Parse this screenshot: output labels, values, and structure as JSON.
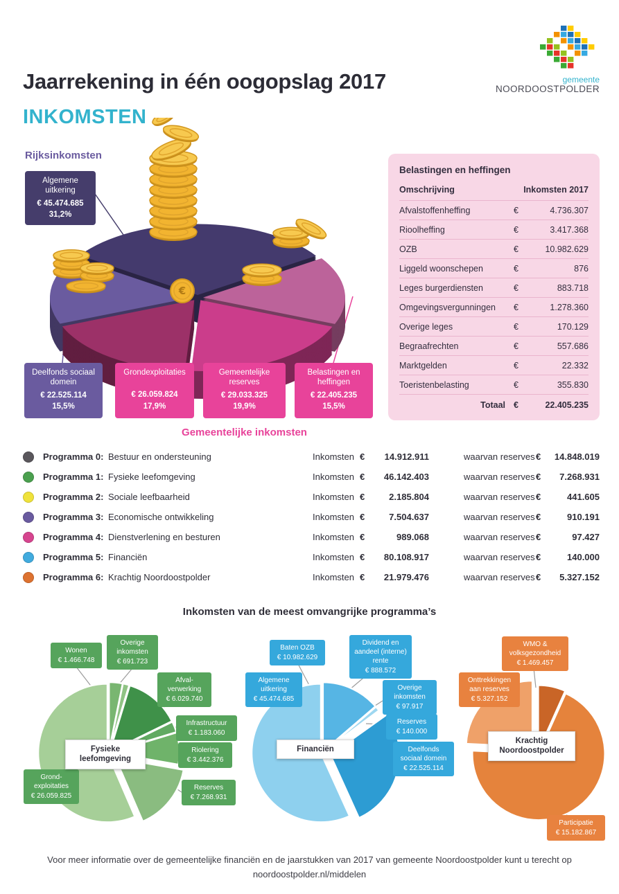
{
  "page": {
    "title": "Jaarrekening in één oogopslag 2017",
    "subtitle": "INKOMSTEN",
    "footer": {
      "line1": "Voor meer informatie over de gemeentelijke financiën en de jaarstukken van 2017 van gemeente Noordoostpolder kunt u terecht op",
      "line2": "noordoostpolder.nl/middelen"
    }
  },
  "logo": {
    "gemeente": "gemeente",
    "name": "NOORDOOSTPOLDER"
  },
  "colors": {
    "cyan": "#33b3cd",
    "purple": "#6a5b9f",
    "pink": "#e8439a",
    "panel_bg": "#f8d7e6",
    "dark": "#2f2e38"
  },
  "hero": {
    "label": "Rijksinkomsten",
    "callouts": [
      {
        "name": "Algemene\nuitkering",
        "amount": "€ 45.474.685",
        "pct": "31,2%",
        "color": "#453d6b"
      },
      {
        "name": "Deelfonds sociaal\ndomein",
        "amount": "€ 22.525.114",
        "pct": "15,5%",
        "color": "#6a5b9f"
      },
      {
        "name": "Grondexploitaties",
        "amount": "€ 26.059.824",
        "pct": "17,9%",
        "color": "#e8439a"
      },
      {
        "name": "Gemeentelijke\nreserves",
        "amount": "€ 29.033.325",
        "pct": "19,9%",
        "color": "#e8439a"
      },
      {
        "name": "Belastingen en\nheffingen",
        "amount": "€ 22.405.235",
        "pct": "15,5%",
        "color": "#e8439a"
      }
    ]
  },
  "belastingen": {
    "title": "Belastingen en heffingen",
    "col1": "Omschrijving",
    "col2": "Inkomsten 2017",
    "currency": "€",
    "rows": [
      {
        "label": "Afvalstoffenheffing",
        "amount": "4.736.307"
      },
      {
        "label": "Rioolheffing",
        "amount": "3.417.368"
      },
      {
        "label": "OZB",
        "amount": "10.982.629"
      },
      {
        "label": "Liggeld woonschepen",
        "amount": "876"
      },
      {
        "label": "Leges burgerdiensten",
        "amount": "883.718"
      },
      {
        "label": "Omgevingsvergunningen",
        "amount": "1.278.360"
      },
      {
        "label": "Overige leges",
        "amount": "170.129"
      },
      {
        "label": "Begraafrechten",
        "amount": "557.686"
      },
      {
        "label": "Marktgelden",
        "amount": "22.332"
      },
      {
        "label": "Toeristenbelasting",
        "amount": "355.830"
      }
    ],
    "total_label": "Totaal",
    "total_amount": "22.405.235"
  },
  "gemeentelijke": {
    "heading": "Gemeentelijke inkomsten",
    "inkomsten_label": "Inkomsten",
    "reserves_label": "waarvan reserves",
    "currency": "€",
    "rows": [
      {
        "program": "Programma 0:",
        "name": "Bestuur en ondersteuning",
        "inkomsten": "14.912.911",
        "reserves": "14.848.019",
        "color": "#5a575c"
      },
      {
        "program": "Programma 1:",
        "name": "Fysieke leefomgeving",
        "inkomsten": "46.142.403",
        "reserves": "7.268.931",
        "color": "#4ba04f"
      },
      {
        "program": "Programma 2:",
        "name": "Sociale leefbaarheid",
        "inkomsten": "2.185.804",
        "reserves": "441.605",
        "color": "#efe23b"
      },
      {
        "program": "Programma 3:",
        "name": "Economische ontwikkeling",
        "inkomsten": "7.504.637",
        "reserves": "910.191",
        "color": "#6a5b9f"
      },
      {
        "program": "Programma 4:",
        "name": "Dienstverlening en besturen",
        "inkomsten": "989.068",
        "reserves": "97.427",
        "color": "#d6458f"
      },
      {
        "program": "Programma 5:",
        "name": "Financiën",
        "inkomsten": "80.108.917",
        "reserves": "140.000",
        "color": "#41abde"
      },
      {
        "program": "Programma 6:",
        "name": "Krachtig Noordoostpolder",
        "inkomsten": "21.979.476",
        "reserves": "5.327.152",
        "color": "#dd7230"
      }
    ]
  },
  "bottom": {
    "heading": "Inkomsten van de meest omvangrijke programma’s",
    "groups": [
      {
        "center_label": "Fysieke leefomgeving",
        "box_color": "#56a45c",
        "callouts": [
          {
            "name": "Wonen",
            "amount": "€ 1.466.748"
          },
          {
            "name": "Overige\ninkomsten",
            "amount": "€ 691.723"
          },
          {
            "name": "Afval-\nverwerking",
            "amount": "€ 6.029.740"
          },
          {
            "name": "Infrastructuur",
            "amount": "€ 1.183.060"
          },
          {
            "name": "Riolering",
            "amount": "€ 3.442.376"
          },
          {
            "name": "Reserves",
            "amount": "€ 7.268.931"
          },
          {
            "name": "Grond-\nexploitaties",
            "amount": "€ 26.059.825"
          }
        ]
      },
      {
        "center_label": "Financiën",
        "box_color": "#35a8dc",
        "callouts": [
          {
            "name": "Baten OZB",
            "amount": "€ 10.982.629"
          },
          {
            "name": "Dividend en\naandeel (interne)\nrente",
            "amount": "€ 888.572"
          },
          {
            "name": "Algemene\nuitkering",
            "amount": "€ 45.474.685"
          },
          {
            "name": "Overige\ninkomsten",
            "amount": "€ 97.917"
          },
          {
            "name": "Reserves",
            "amount": "€ 140.000"
          },
          {
            "name": "Deelfonds\nsociaal domein",
            "amount": "€ 22.525.114"
          }
        ]
      },
      {
        "center_label": "Krachtig\nNoordoostpolder",
        "box_color": "#e8823f",
        "callouts": [
          {
            "name": "WMO &\nvolksgezondheid",
            "amount": "€ 1.469.457"
          },
          {
            "name": "Onttrekkingen\naan reserves",
            "amount": "€ 5.327.152"
          },
          {
            "name": "Participatie",
            "amount": "€ 15.182.867"
          }
        ]
      }
    ]
  },
  "chart_data": [
    {
      "type": "pie",
      "title": "Rijksinkomsten",
      "labels": [
        "Algemene uitkering",
        "Belastingen en heffingen",
        "Gemeentelijke reserves",
        "Grondexploitaties",
        "Deelfonds sociaal domein"
      ],
      "values": [
        45474685,
        22405235,
        29033325,
        26059824,
        22525114
      ],
      "percent_labels": [
        "31,2%",
        "15,5%",
        "19,9%",
        "17,9%",
        "15,5%"
      ],
      "colors": [
        "#443a6d",
        "#bc639a",
        "#cb3d8b",
        "#9c3168",
        "#6a5b9f"
      ],
      "start_angle": -146,
      "style": "3d-exploded",
      "legend_position": "around"
    },
    {
      "type": "table",
      "title": "Belastingen en heffingen",
      "columns": [
        "Omschrijving",
        "Inkomsten 2017"
      ],
      "rows": [
        [
          "Afvalstoffenheffing",
          4736307
        ],
        [
          "Rioolheffing",
          3417368
        ],
        [
          "OZB",
          10982629
        ],
        [
          "Liggeld woonschepen",
          876
        ],
        [
          "Leges burgerdiensten",
          883718
        ],
        [
          "Omgevingsvergunningen",
          1278360
        ],
        [
          "Overige leges",
          170129
        ],
        [
          "Begraafrechten",
          557686
        ],
        [
          "Marktgelden",
          22332
        ],
        [
          "Toeristenbelasting",
          355830
        ]
      ],
      "total": [
        "Totaal",
        22405235
      ]
    },
    {
      "type": "pie",
      "title": "Fysieke leefomgeving",
      "labels": [
        "Wonen",
        "Overige inkomsten",
        "Afvalverwerking",
        "Infrastructuur",
        "Riolering",
        "Reserves",
        "Grondexploitaties"
      ],
      "values": [
        1466748,
        691723,
        6029740,
        1183060,
        3442376,
        7268931,
        26059825
      ],
      "colors": [
        "#79b671",
        "#8fc384",
        "#3f9149",
        "#61aa62",
        "#6fb36a",
        "#8abc80",
        "#a6cf98"
      ],
      "start_angle": -90,
      "exploded": [
        5
      ]
    },
    {
      "type": "pie",
      "title": "Financiën",
      "labels": [
        "Baten OZB",
        "Dividend en aandeel (interne) rente",
        "Overige inkomsten",
        "Reserves",
        "Deelfonds sociaal domein",
        "Algemene uitkering"
      ],
      "values": [
        10982629,
        888572,
        97917,
        140000,
        22525114,
        45474685
      ],
      "colors": [
        "#56b5e4",
        "#9ed7f0",
        "#c9e9f7",
        "#7cc6ea",
        "#2d9cd3",
        "#8ed0ee"
      ],
      "start_angle": -90,
      "exploded": [
        4
      ]
    },
    {
      "type": "pie",
      "title": "Krachtig Noordoostpolder",
      "labels": [
        "WMO & volksgezondheid",
        "Participatie",
        "Onttrekkingen aan reserves"
      ],
      "values": [
        1469457,
        15182867,
        5327152
      ],
      "colors": [
        "#c96527",
        "#e5833c",
        "#efa169"
      ],
      "start_angle": -90,
      "exploded": [
        2
      ]
    }
  ]
}
